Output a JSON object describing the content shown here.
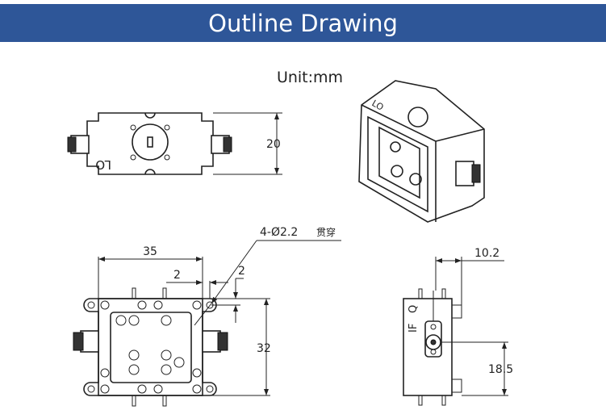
{
  "header": {
    "title": "Outline Drawing"
  },
  "unit_label": "Unit:mm",
  "front_view": {
    "port_label": "LO",
    "height_dim": "20"
  },
  "top_view": {
    "width_dim": "35",
    "height_dim": "32",
    "hole_offset_x": "2",
    "hole_offset_y": "2",
    "hole_callout": "4-Ø2.2",
    "hole_note": "贯穿"
  },
  "side_view": {
    "port_labels": [
      "IF",
      "Q"
    ],
    "depth_dim": "10.2",
    "connector_height_dim": "18.5"
  },
  "colors": {
    "banner": "#2e5698"
  }
}
